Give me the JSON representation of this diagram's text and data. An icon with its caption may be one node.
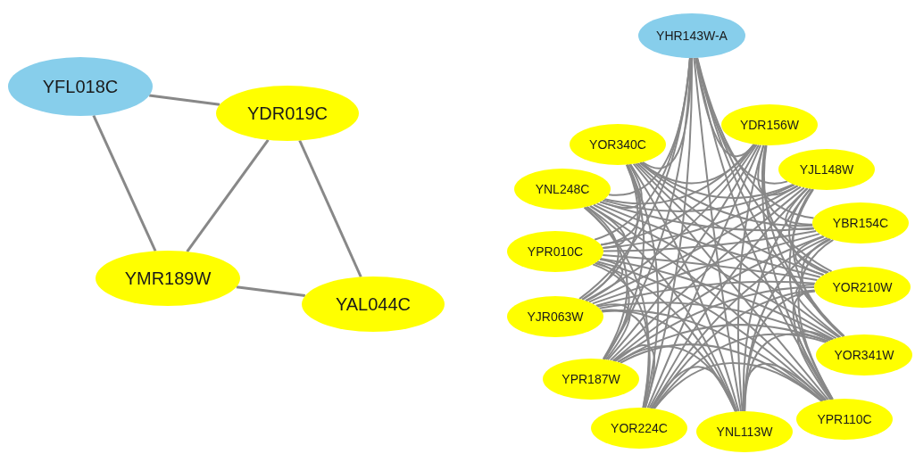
{
  "diagram": {
    "nodes": [
      {
        "text": [
          "YFL018C"
        ]
      },
      {
        "text": [
          "YDR019C"
        ]
      },
      {
        "text": [
          "YMR189W"
        ]
      },
      {
        "text": [
          "YAL044C"
        ]
      },
      {
        "text": [
          "YHR143W-A"
        ]
      },
      {
        "text": [
          "YOR340C"
        ]
      },
      {
        "text": [
          "YDR156W"
        ]
      },
      {
        "text": [
          "YJL148W"
        ]
      },
      {
        "text": [
          "YNL248C"
        ]
      },
      {
        "text": [
          "YBR154C"
        ]
      },
      {
        "text": [
          "YPR010C"
        ]
      },
      {
        "text": [
          "YOR210W"
        ]
      },
      {
        "text": [
          "YJR063W"
        ]
      },
      {
        "text": [
          "YOR341W"
        ]
      },
      {
        "text": [
          "YPR187W"
        ]
      },
      {
        "text": [
          "YOR224C"
        ]
      },
      {
        "text": [
          "YNL113W"
        ]
      },
      {
        "text": [
          "YPR110C"
        ]
      }
    ],
    "edges": [
      {
        "from": 0,
        "to": 1,
        "arrow": "none"
      },
      {
        "from": 0,
        "to": 2,
        "arrow": "none"
      },
      {
        "from": 1,
        "to": 2,
        "arrow": "none"
      },
      {
        "from": 1,
        "to": 3,
        "arrow": "none"
      },
      {
        "from": 2,
        "to": 3,
        "arrow": "none"
      },
      {
        "from": 4,
        "to": 5,
        "arrow": "none"
      },
      {
        "from": 4,
        "to": 6,
        "arrow": "none"
      },
      {
        "from": 4,
        "to": 7,
        "arrow": "none"
      },
      {
        "from": 4,
        "to": 8,
        "arrow": "none"
      },
      {
        "from": 4,
        "to": 9,
        "arrow": "none"
      },
      {
        "from": 4,
        "to": 10,
        "arrow": "none"
      },
      {
        "from": 4,
        "to": 11,
        "arrow": "none"
      },
      {
        "from": 4,
        "to": 12,
        "arrow": "none"
      },
      {
        "from": 4,
        "to": 13,
        "arrow": "none"
      },
      {
        "from": 4,
        "to": 14,
        "arrow": "none"
      },
      {
        "from": 4,
        "to": 15,
        "arrow": "none"
      },
      {
        "from": 4,
        "to": 16,
        "arrow": "none"
      },
      {
        "from": 4,
        "to": 17,
        "arrow": "none"
      },
      {
        "from": 5,
        "to": 6,
        "arrow": "none"
      },
      {
        "from": 5,
        "to": 7,
        "arrow": "none"
      },
      {
        "from": 5,
        "to": 8,
        "arrow": "none"
      },
      {
        "from": 5,
        "to": 9,
        "arrow": "none"
      },
      {
        "from": 5,
        "to": 10,
        "arrow": "none"
      },
      {
        "from": 5,
        "to": 11,
        "arrow": "none"
      },
      {
        "from": 5,
        "to": 12,
        "arrow": "none"
      },
      {
        "from": 5,
        "to": 13,
        "arrow": "none"
      },
      {
        "from": 5,
        "to": 14,
        "arrow": "none"
      },
      {
        "from": 5,
        "to": 15,
        "arrow": "none"
      },
      {
        "from": 5,
        "to": 16,
        "arrow": "none"
      },
      {
        "from": 5,
        "to": 17,
        "arrow": "none"
      },
      {
        "from": 6,
        "to": 7,
        "arrow": "none"
      },
      {
        "from": 6,
        "to": 8,
        "arrow": "none"
      },
      {
        "from": 6,
        "to": 9,
        "arrow": "none"
      },
      {
        "from": 6,
        "to": 10,
        "arrow": "none"
      },
      {
        "from": 6,
        "to": 11,
        "arrow": "none"
      },
      {
        "from": 6,
        "to": 12,
        "arrow": "none"
      },
      {
        "from": 6,
        "to": 13,
        "arrow": "none"
      },
      {
        "from": 6,
        "to": 14,
        "arrow": "none"
      },
      {
        "from": 6,
        "to": 15,
        "arrow": "none"
      },
      {
        "from": 6,
        "to": 16,
        "arrow": "none"
      },
      {
        "from": 6,
        "to": 17,
        "arrow": "none"
      },
      {
        "from": 7,
        "to": 8,
        "arrow": "none"
      },
      {
        "from": 7,
        "to": 9,
        "arrow": "none"
      },
      {
        "from": 7,
        "to": 10,
        "arrow": "none"
      },
      {
        "from": 7,
        "to": 11,
        "arrow": "none"
      },
      {
        "from": 7,
        "to": 12,
        "arrow": "none"
      },
      {
        "from": 7,
        "to": 13,
        "arrow": "none"
      },
      {
        "from": 7,
        "to": 14,
        "arrow": "none"
      },
      {
        "from": 7,
        "to": 15,
        "arrow": "none"
      },
      {
        "from": 7,
        "to": 16,
        "arrow": "none"
      },
      {
        "from": 7,
        "to": 17,
        "arrow": "none"
      },
      {
        "from": 8,
        "to": 9,
        "arrow": "none"
      },
      {
        "from": 8,
        "to": 10,
        "arrow": "none"
      },
      {
        "from": 8,
        "to": 11,
        "arrow": "none"
      },
      {
        "from": 8,
        "to": 12,
        "arrow": "none"
      },
      {
        "from": 8,
        "to": 13,
        "arrow": "none"
      },
      {
        "from": 8,
        "to": 14,
        "arrow": "none"
      },
      {
        "from": 8,
        "to": 15,
        "arrow": "none"
      },
      {
        "from": 8,
        "to": 16,
        "arrow": "none"
      },
      {
        "from": 8,
        "to": 17,
        "arrow": "none"
      },
      {
        "from": 9,
        "to": 10,
        "arrow": "none"
      },
      {
        "from": 9,
        "to": 11,
        "arrow": "none"
      },
      {
        "from": 9,
        "to": 12,
        "arrow": "none"
      },
      {
        "from": 9,
        "to": 13,
        "arrow": "none"
      },
      {
        "from": 9,
        "to": 14,
        "arrow": "none"
      },
      {
        "from": 9,
        "to": 15,
        "arrow": "none"
      },
      {
        "from": 9,
        "to": 16,
        "arrow": "none"
      },
      {
        "from": 9,
        "to": 17,
        "arrow": "none"
      },
      {
        "from": 10,
        "to": 11,
        "arrow": "none"
      },
      {
        "from": 10,
        "to": 12,
        "arrow": "none"
      },
      {
        "from": 10,
        "to": 13,
        "arrow": "none"
      },
      {
        "from": 10,
        "to": 14,
        "arrow": "none"
      },
      {
        "from": 10,
        "to": 15,
        "arrow": "none"
      },
      {
        "from": 10,
        "to": 16,
        "arrow": "none"
      },
      {
        "from": 10,
        "to": 17,
        "arrow": "none"
      },
      {
        "from": 11,
        "to": 12,
        "arrow": "none"
      },
      {
        "from": 11,
        "to": 13,
        "arrow": "none"
      },
      {
        "from": 11,
        "to": 14,
        "arrow": "none"
      },
      {
        "from": 11,
        "to": 15,
        "arrow": "none"
      },
      {
        "from": 11,
        "to": 16,
        "arrow": "none"
      },
      {
        "from": 11,
        "to": 17,
        "arrow": "none"
      },
      {
        "from": 12,
        "to": 13,
        "arrow": "none"
      },
      {
        "from": 12,
        "to": 14,
        "arrow": "none"
      },
      {
        "from": 12,
        "to": 15,
        "arrow": "none"
      },
      {
        "from": 12,
        "to": 16,
        "arrow": "none"
      },
      {
        "from": 12,
        "to": 17,
        "arrow": "none"
      },
      {
        "from": 13,
        "to": 14,
        "arrow": "none"
      },
      {
        "from": 13,
        "to": 15,
        "arrow": "none"
      },
      {
        "from": 13,
        "to": 16,
        "arrow": "none"
      },
      {
        "from": 13,
        "to": 17,
        "arrow": "none"
      },
      {
        "from": 14,
        "to": 15,
        "arrow": "none"
      },
      {
        "from": 14,
        "to": 16,
        "arrow": "none"
      },
      {
        "from": 14,
        "to": 17,
        "arrow": "none"
      },
      {
        "from": 15,
        "to": 16,
        "arrow": "none"
      },
      {
        "from": 15,
        "to": 17,
        "arrow": "none"
      },
      {
        "from": 16,
        "to": 17,
        "arrow": "none"
      }
    ]
  }
}
